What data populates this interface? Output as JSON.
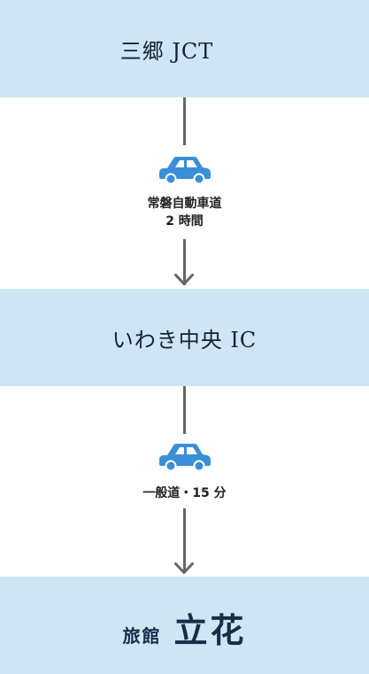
{
  "stops": [
    {
      "label": "三郷 JCT"
    },
    {
      "label": "いわき中央 IC"
    }
  ],
  "destination": {
    "prefix": "旅館",
    "name": "立花"
  },
  "segments": [
    {
      "mode_icon": "car-icon",
      "route": "常磐自動車道",
      "duration": "2 時間"
    },
    {
      "mode_icon": "car-icon",
      "route": "一般道・15 分"
    }
  ],
  "colors": {
    "stop_band": "#cfe5f3",
    "connector": "#666666",
    "car": "#3a8fd6",
    "destination_text": "#1a2b4a"
  }
}
